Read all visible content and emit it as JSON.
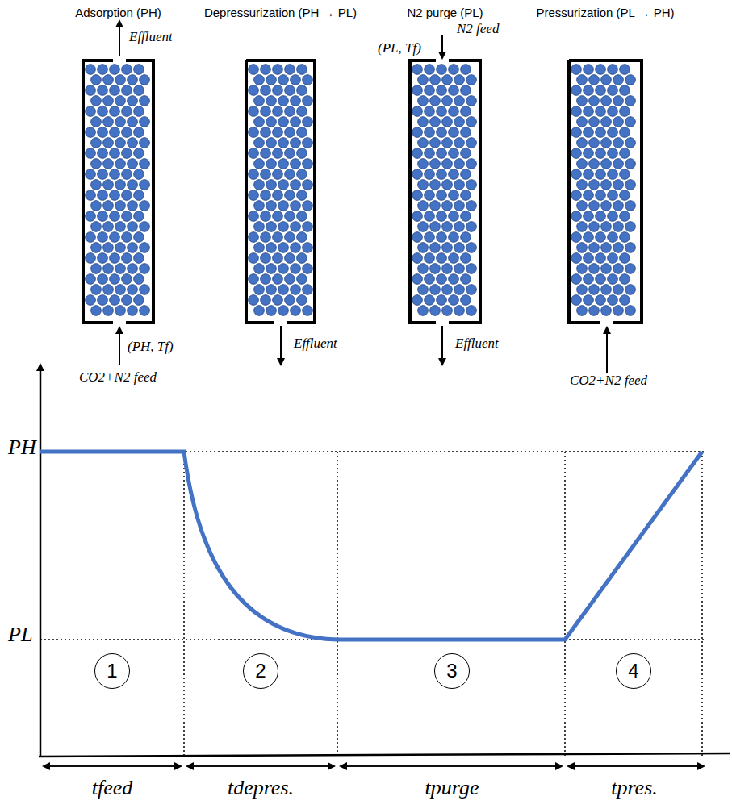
{
  "diagram": {
    "nodes": [
      {
        "text": [
          "Adsorption (PH)"
        ]
      },
      {
        "text": [
          "Depressurization (PH → PL)"
        ]
      },
      {
        "text": [
          "N2 purge (PL)"
        ]
      },
      {
        "text": [
          "Pressurization (PL → PH)"
        ]
      },
      {
        "text": [
          "1"
        ]
      },
      {
        "text": [
          "2"
        ]
      },
      {
        "text": [
          "3"
        ]
      },
      {
        "text": [
          "4"
        ]
      }
    ],
    "edges": [],
    "labels": [
      "Effluent",
      "(PH, Tf)",
      "CO2+N2 feed",
      "Effluent",
      "(PL, Tf)",
      "N2 feed",
      "Effluent",
      "CO2+N2 feed",
      "PH",
      "PL",
      "tfeed",
      "tdepres.",
      "tpurge",
      "tpres."
    ]
  }
}
